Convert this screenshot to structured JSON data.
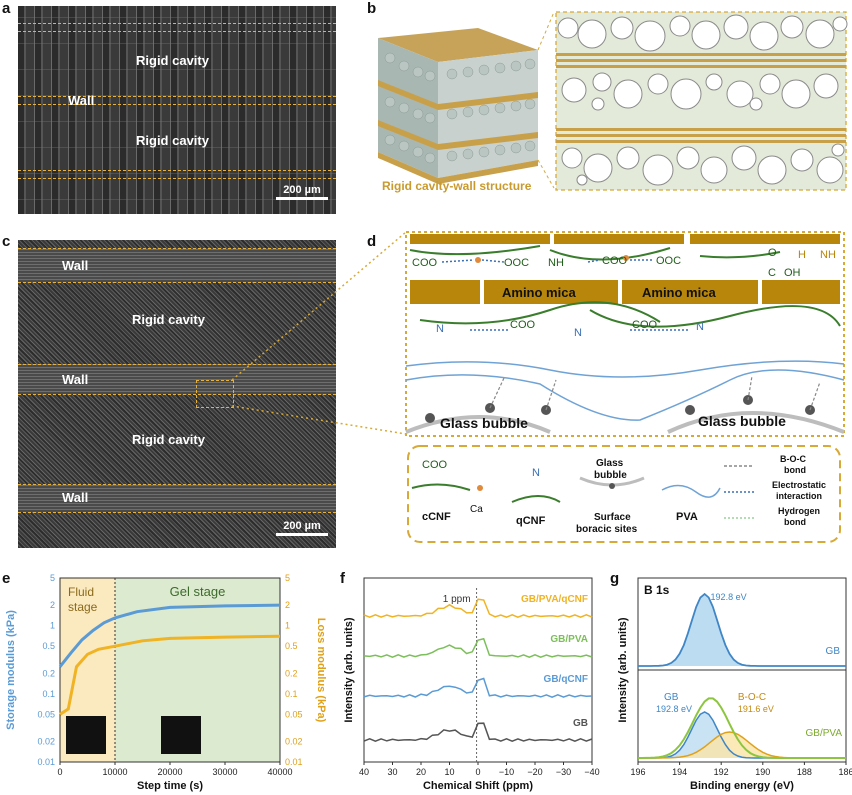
{
  "panels": {
    "a": "a",
    "b": "b",
    "c": "c",
    "d": "d",
    "e": "e",
    "f": "f",
    "g": "g"
  },
  "a": {
    "cavity1": "Rigid cavity",
    "wall": "Wall",
    "cavity2": "Rigid cavity",
    "scale": "200 µm"
  },
  "b": {
    "caption": "Rigid cavity-wall structure"
  },
  "c": {
    "wall1": "Wall",
    "cavity1": "Rigid cavity",
    "wall2": "Wall",
    "cavity2": "Rigid cavity",
    "wall3": "Wall",
    "scale": "200 µm"
  },
  "d": {
    "coo1": "COO",
    "coo2": "OOC",
    "nh3": "NH",
    "coo3": "COO",
    "coo4": "OOC",
    "c_label": "C",
    "o_label": "O",
    "oh_label": "OH",
    "h_label": "H",
    "nh_label": "NH",
    "mica1": "Amino mica",
    "mica2": "Amino mica",
    "n_label": "N",
    "coo5": "COO",
    "coo6": "COO",
    "bubble1": "Glass bubble",
    "bubble2": "Glass bubble",
    "legend": {
      "ccnf": "cCNF",
      "coo": "COO",
      "ca": "Ca",
      "qcnf": "qCNF",
      "gb_title1": "Glass",
      "gb_title2": "bubble",
      "gb_sub1": "Surface",
      "gb_sub2": "boracic sites",
      "pva": "PVA",
      "boc1": "B-O-C",
      "boc2": "bond",
      "elec1": "Electrostatic",
      "elec2": "interaction",
      "hb1": "Hydrogen",
      "hb2": "bond"
    }
  },
  "chart_data": [
    {
      "panel": "e",
      "type": "line",
      "xlabel": "Step time (s)",
      "ylabel": "Storage modulus (kPa)",
      "y2label": "Loss modulus (kPa)",
      "xlim": [
        0,
        40000
      ],
      "ylim": [
        0.01,
        5
      ],
      "yscale": "log",
      "xticks": [
        "0",
        "10000",
        "20000",
        "30000",
        "40000"
      ],
      "yticks": [
        "0.01",
        "0.02",
        "0.05",
        "0.1",
        "0.2",
        "0.5",
        "1",
        "2",
        "5"
      ],
      "annotations": [
        "Fluid",
        "stage",
        "Gel stage"
      ],
      "series": [
        {
          "name": "Storage modulus",
          "color": "#5b9bd5",
          "x": [
            0,
            2000,
            4000,
            6000,
            8000,
            10000,
            14000,
            20000,
            30000,
            40000
          ],
          "values": [
            0.25,
            0.4,
            0.62,
            0.85,
            1.1,
            1.3,
            1.6,
            1.85,
            1.95,
            2.0
          ]
        },
        {
          "name": "Loss modulus",
          "color": "#f0b323",
          "x": [
            0,
            1500,
            3000,
            5000,
            7000,
            10000,
            15000,
            20000,
            30000,
            40000
          ],
          "values": [
            0.05,
            0.06,
            0.25,
            0.38,
            0.45,
            0.5,
            0.6,
            0.65,
            0.68,
            0.7
          ]
        }
      ]
    },
    {
      "panel": "f",
      "type": "line",
      "xlabel": "Chemical Shift (ppm)",
      "ylabel": "Intensity (arb. units)",
      "xlim": [
        40,
        -40
      ],
      "xticks": [
        "40",
        "30",
        "20",
        "10",
        "0",
        "−10",
        "−20",
        "−30",
        "−40"
      ],
      "annotations": [
        "1 ppm"
      ],
      "series": [
        {
          "name": "GB/PVA/qCNF",
          "color": "#f0b323"
        },
        {
          "name": "GB/PVA",
          "color": "#7cbf5a"
        },
        {
          "name": "GB/qCNF",
          "color": "#5b9bd5"
        },
        {
          "name": "GB",
          "color": "#555555"
        }
      ]
    },
    {
      "panel": "g",
      "type": "line",
      "xlabel": "Binding energy (eV)",
      "ylabel": "Intensity (arb. units)",
      "xlim": [
        196,
        186
      ],
      "xticks": [
        "196",
        "194",
        "192",
        "190",
        "188",
        "186"
      ],
      "title": "B 1s",
      "annotations": [
        "192.8 eV",
        "GB",
        "192.8 eV",
        "B-O-C",
        "191.6 eV"
      ],
      "series": [
        {
          "name": "GB",
          "color": "#5b9bd5",
          "peak_eV": 192.8
        },
        {
          "name": "GB/PVA",
          "color": "#8cc63f"
        },
        {
          "name": "B-O-C",
          "color": "#f0b323",
          "peak_eV": 191.6
        }
      ]
    }
  ]
}
